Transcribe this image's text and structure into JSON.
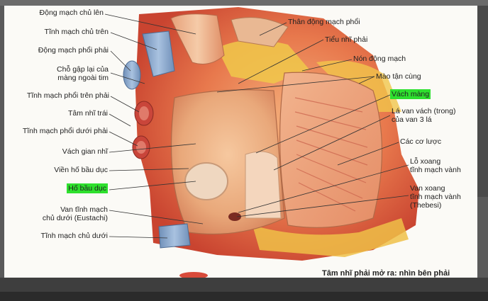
{
  "figure": {
    "caption": "Tâm nhĩ phải mở ra: nhìn bên phải",
    "highlight_color": "#2ee02e",
    "labels_left": [
      {
        "id": "aorta",
        "text": "Động mạch chủ lên"
      },
      {
        "id": "svc",
        "text": "Tĩnh mạch chủ trên"
      },
      {
        "id": "rpa",
        "text": "Động mạch phổi phải"
      },
      {
        "id": "pericard",
        "text": "Chỗ gập lại của\nmàng ngoài tim"
      },
      {
        "id": "rspv",
        "text": "Tĩnh mạch phổi trên phải"
      },
      {
        "id": "la",
        "text": "Tâm nhĩ trái"
      },
      {
        "id": "ripv",
        "text": "Tĩnh mạch phổi dưới phải"
      },
      {
        "id": "ias",
        "text": "Vách gian nhĩ"
      },
      {
        "id": "limbus",
        "text": "Viền hố bầu dục"
      },
      {
        "id": "fossa",
        "text": "Hố bầu dục",
        "highlight": true
      },
      {
        "id": "eustachian",
        "text": "Van tĩnh mạch\nchủ dưới (Eustachi)"
      },
      {
        "id": "ivc",
        "text": "Tĩnh mạch chủ dưới"
      }
    ],
    "labels_right": [
      {
        "id": "pt",
        "text": "Thân động mạch phổi"
      },
      {
        "id": "rau",
        "text": "Tiểu nhĩ phải"
      },
      {
        "id": "conus",
        "text": "Nón động mạch"
      },
      {
        "id": "crista",
        "text": "Mào tận cùng"
      },
      {
        "id": "septum",
        "text": "Vách màng",
        "highlight": true
      },
      {
        "id": "septal",
        "text": "Lá van vách (trong)\ncủa van 3 lá"
      },
      {
        "id": "pectinate",
        "text": "Các cơ lược"
      },
      {
        "id": "cs",
        "text": "Lỗ xoang\ntĩnh mạch vành"
      },
      {
        "id": "thebesi",
        "text": "Van xoang\ntĩnh mạch vành\n(Thebesi)"
      }
    ]
  }
}
